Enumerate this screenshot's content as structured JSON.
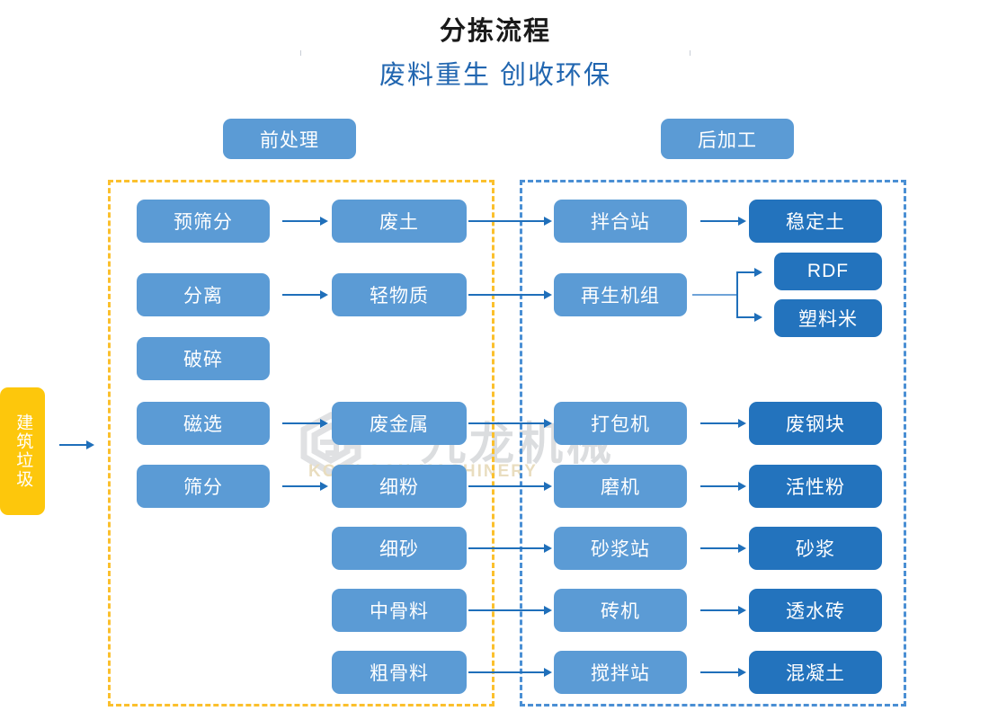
{
  "header": {
    "title": "分拣流程",
    "subtitle": "废料重生 创收环保"
  },
  "sections": {
    "pre_label": "前处理",
    "post_label": "后加工"
  },
  "input": {
    "label": "建筑垃圾"
  },
  "watermark": {
    "brand_cn": "九龙机械",
    "brand_en": "KOWLOON MACHINERY"
  },
  "colors": {
    "node_light": "#5b9bd5",
    "node_dark": "#2373bd",
    "input": "#fdc70c",
    "zone_pre": "#fbc02d",
    "zone_post": "#4a8fd4",
    "arrow": "#1f6fba",
    "title": "#1a1a1a",
    "subtitle": "#2166b0"
  },
  "nodes": {
    "process_pre": [
      {
        "id": "pre-1",
        "label": "预筛分"
      },
      {
        "id": "pre-2",
        "label": "分离"
      },
      {
        "id": "pre-3",
        "label": "破碎"
      },
      {
        "id": "pre-4",
        "label": "磁选"
      },
      {
        "id": "pre-5",
        "label": "筛分"
      }
    ],
    "materials": [
      {
        "id": "mat-1",
        "label": "废土"
      },
      {
        "id": "mat-2",
        "label": "轻物质"
      },
      {
        "id": "mat-3",
        "label": "废金属"
      },
      {
        "id": "mat-4",
        "label": "细粉"
      },
      {
        "id": "mat-5",
        "label": "细砂"
      },
      {
        "id": "mat-6",
        "label": "中骨料"
      },
      {
        "id": "mat-7",
        "label": "粗骨料"
      }
    ],
    "process_post": [
      {
        "id": "post-1",
        "label": "拌合站"
      },
      {
        "id": "post-2",
        "label": "再生机组"
      },
      {
        "id": "post-3",
        "label": "打包机"
      },
      {
        "id": "post-4",
        "label": "磨机"
      },
      {
        "id": "post-5",
        "label": "砂浆站"
      },
      {
        "id": "post-6",
        "label": "砖机"
      },
      {
        "id": "post-7",
        "label": "搅拌站"
      }
    ],
    "products": [
      {
        "id": "prod-1",
        "label": "稳定土"
      },
      {
        "id": "prod-2",
        "label": "RDF"
      },
      {
        "id": "prod-3",
        "label": "塑料米"
      },
      {
        "id": "prod-4",
        "label": "废钢块"
      },
      {
        "id": "prod-5",
        "label": "活性粉"
      },
      {
        "id": "prod-6",
        "label": "砂浆"
      },
      {
        "id": "prod-7",
        "label": "透水砖"
      },
      {
        "id": "prod-8",
        "label": "混凝土"
      }
    ]
  }
}
